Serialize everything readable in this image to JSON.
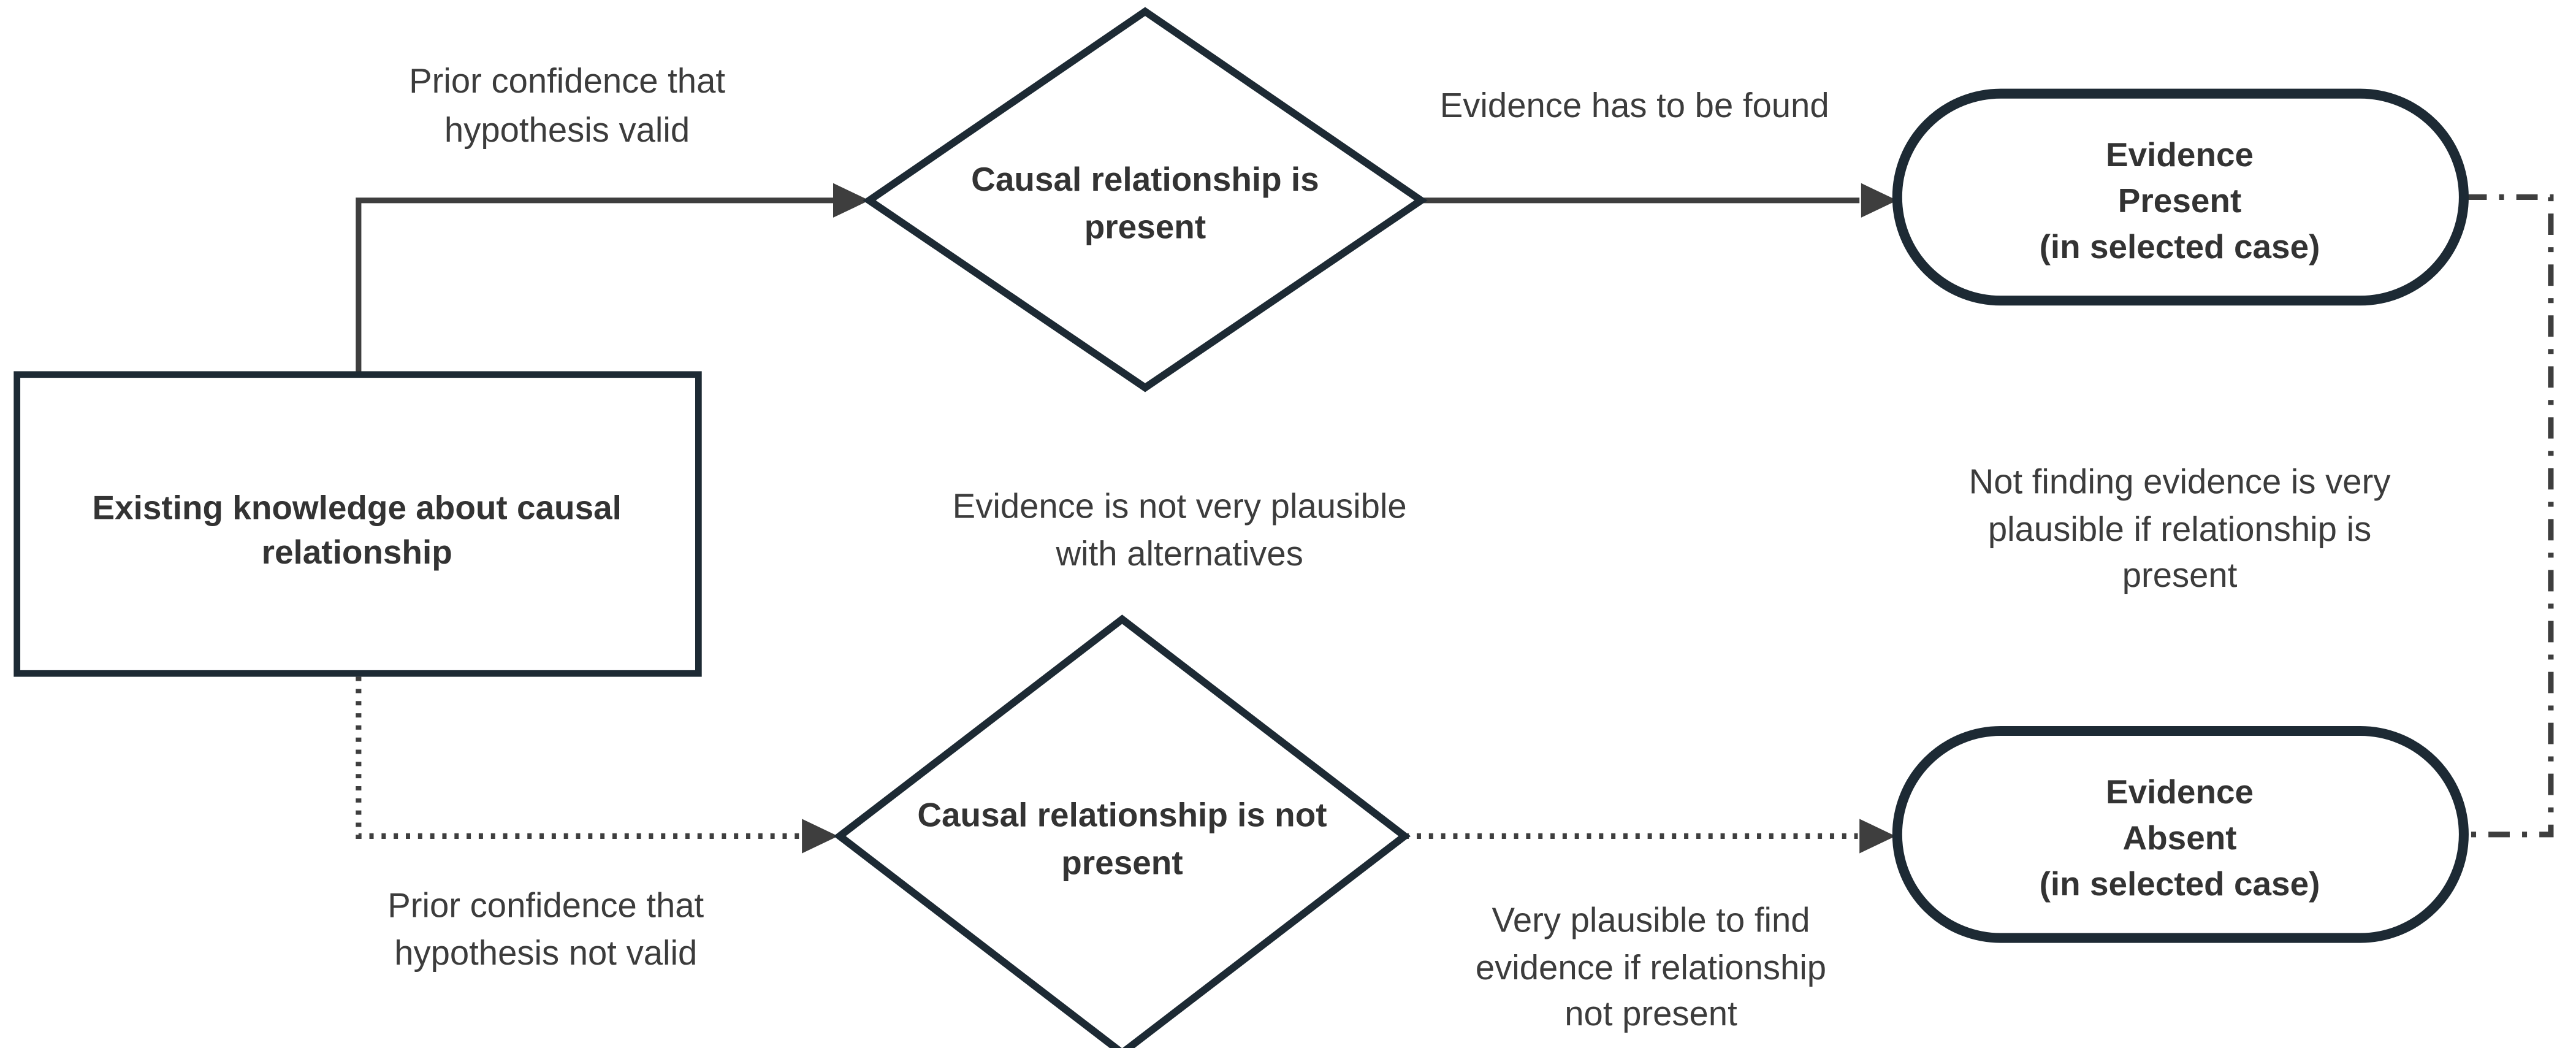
{
  "diagram": {
    "title": "Causal relationship evidence flowchart",
    "background_color": "#ffffff",
    "colors": {
      "shape_border": "#1d2a34",
      "shape_fill": "#ffffff",
      "connector": "#3e3e3e",
      "node_text": "#333333",
      "label_text": "#3c3c3c"
    },
    "nodes": {
      "existing_knowledge": {
        "shape": "rectangle",
        "lines": [
          "Existing knowledge about causal",
          "relationship"
        ]
      },
      "causal_present": {
        "shape": "diamond",
        "lines": [
          "Causal relationship is",
          "present"
        ]
      },
      "causal_not_present": {
        "shape": "diamond",
        "lines": [
          "Causal relationship is not",
          "present"
        ]
      },
      "evidence_present": {
        "shape": "rounded-rectangle",
        "lines": [
          "Evidence",
          "Present",
          "(in selected case)"
        ]
      },
      "evidence_absent": {
        "shape": "rounded-rectangle",
        "lines": [
          "Evidence",
          "Absent",
          "(in selected case)"
        ]
      }
    },
    "edge_labels": {
      "prior_valid": {
        "lines": [
          "Prior confidence that",
          "hypothesis valid"
        ]
      },
      "evidence_found": {
        "lines": [
          "Evidence has to be found"
        ]
      },
      "not_plausible_alternatives": {
        "lines": [
          "Evidence is not very plausible",
          "with alternatives"
        ]
      },
      "not_finding_plausible": {
        "lines": [
          "Not finding evidence is very",
          "plausible if relationship is",
          "present"
        ]
      },
      "prior_not_valid": {
        "lines": [
          "Prior confidence that",
          "hypothesis not valid"
        ]
      },
      "very_plausible_find": {
        "lines": [
          "Very plausible to find",
          "evidence if relationship",
          "not present"
        ]
      }
    },
    "edges": [
      {
        "from": "existing_knowledge",
        "to": "causal_present",
        "style": "solid",
        "arrow": true,
        "label": "prior_valid"
      },
      {
        "from": "causal_present",
        "to": "evidence_present",
        "style": "solid",
        "arrow": true,
        "label": "evidence_found"
      },
      {
        "from": "existing_knowledge",
        "to": "causal_not_present",
        "style": "dotted",
        "arrow": true,
        "label": "prior_not_valid"
      },
      {
        "from": "causal_not_present",
        "to": "evidence_absent",
        "style": "dotted",
        "arrow": true,
        "label": "very_plausible_find"
      },
      {
        "from": "evidence_present",
        "to": "evidence_absent",
        "style": "dash-dot",
        "arrow": false,
        "label": "not_finding_plausible"
      }
    ]
  }
}
